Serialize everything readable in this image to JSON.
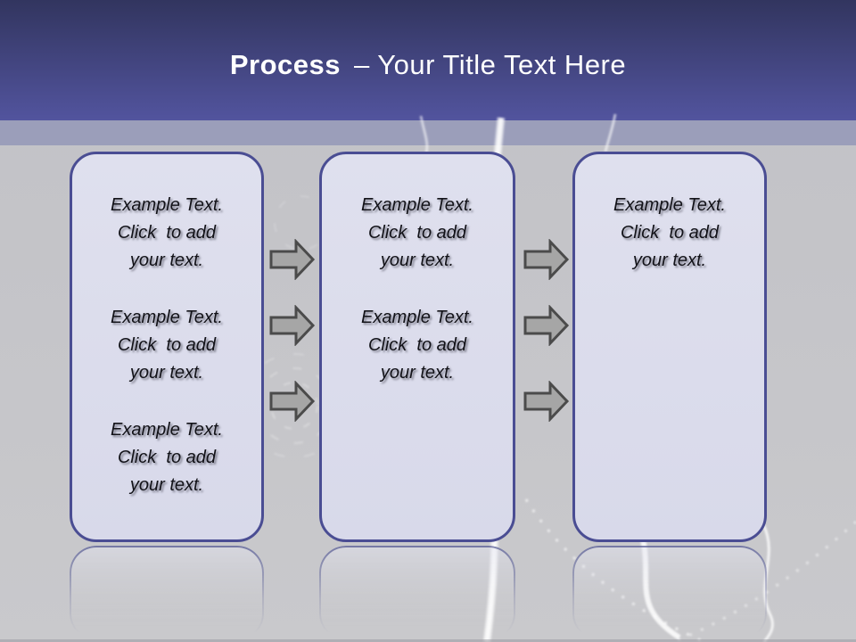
{
  "slide": {
    "title": {
      "emphasis": "Process",
      "rest": "– Your Title Text Here"
    },
    "boxes": [
      {
        "id": "box-1",
        "paragraphs": [
          {
            "lines": [
              "Example Text.",
              "Click  to add",
              "your text."
            ]
          },
          {
            "lines": [
              "Example Text.",
              "Click  to add",
              "your text."
            ]
          },
          {
            "lines": [
              "Example Text.",
              "Click  to add",
              "your text."
            ]
          }
        ]
      },
      {
        "id": "box-2",
        "paragraphs": [
          {
            "lines": [
              "Example Text.",
              "Click  to add",
              "your text."
            ]
          },
          {
            "lines": [
              "Example Text.",
              "Click  to add",
              "your text."
            ]
          }
        ]
      },
      {
        "id": "box-3",
        "paragraphs": [
          {
            "lines": [
              "Example Text.",
              "Click  to add",
              "your text."
            ]
          }
        ]
      }
    ],
    "icons": {
      "arrow": "right-arrow"
    },
    "colors": {
      "header_top": "#32355f",
      "header_bottom": "#52549e",
      "sub_band": "#9b9eba",
      "body_top": "#c1c1c6",
      "body_bottom": "#c9c9cc",
      "box_fill": "#dbdcec",
      "box_border": "#4a4d93",
      "arrow_fill": "#a6a6a6",
      "arrow_stroke": "#4b4b4b",
      "title_text": "#ffffff",
      "body_text": "#121218"
    }
  }
}
